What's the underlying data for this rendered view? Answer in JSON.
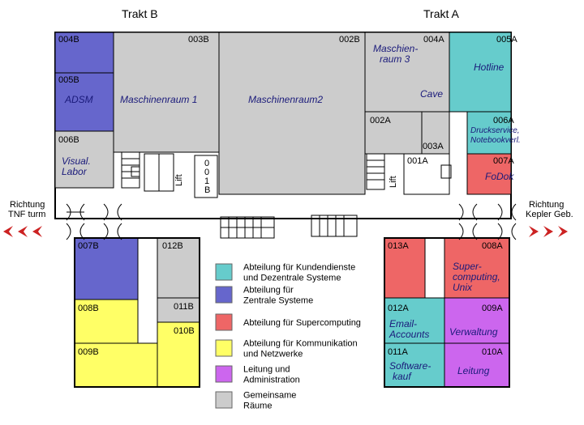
{
  "colors": {
    "kundendienste": "#66cccc",
    "zentrale": "#6666cc",
    "supercomputing": "#ee6666",
    "kommunikation": "#ffff66",
    "leitung": "#cc66ee",
    "gemeinsam": "#cccccc",
    "arrow": "#cc2222"
  },
  "wings": {
    "b": "Trakt B",
    "a": "Trakt A"
  },
  "directions": {
    "left": [
      "Richtung",
      "TNF turm"
    ],
    "right": [
      "Richtung",
      "Kepler Geb."
    ]
  },
  "rooms": [
    {
      "id": "r004B",
      "number": "004B",
      "label": [],
      "color": "zentrale"
    },
    {
      "id": "r005B",
      "number": "005B",
      "label": [
        "ADSM"
      ],
      "color": "zentrale"
    },
    {
      "id": "r006B",
      "number": "006B",
      "label": [
        "Visual.",
        "Labor"
      ],
      "color": "gemeinsam"
    },
    {
      "id": "r003B",
      "number": "003B",
      "label": [
        "Maschinenraum 1"
      ],
      "color": "gemeinsam"
    },
    {
      "id": "r002B",
      "number": "002B",
      "label": [
        "Maschinenraum2"
      ],
      "color": "gemeinsam"
    },
    {
      "id": "r001B",
      "number": "001B",
      "label": [],
      "color": "white"
    },
    {
      "id": "r004A",
      "number": "004A",
      "label": [
        "Maschien-",
        "raum 3",
        "Cave"
      ],
      "color": "gemeinsam"
    },
    {
      "id": "r002A",
      "number": "002A",
      "label": [],
      "color": "gemeinsam"
    },
    {
      "id": "r003A",
      "number": "003A",
      "label": [],
      "color": "gemeinsam"
    },
    {
      "id": "r001A",
      "number": "001A",
      "label": [],
      "color": "white"
    },
    {
      "id": "r005A",
      "number": "005A",
      "label": [
        "Hotline"
      ],
      "color": "kundendienste"
    },
    {
      "id": "r006A",
      "number": "006A",
      "label": [
        "Druckservice,",
        "Notebookverl."
      ],
      "color": "kundendienste"
    },
    {
      "id": "r007A",
      "number": "007A",
      "label": [
        "FoDok"
      ],
      "color": "supercomputing"
    },
    {
      "id": "r007B",
      "number": "007B",
      "label": [],
      "color": "zentrale"
    },
    {
      "id": "r008B",
      "number": "008B",
      "label": [],
      "color": "kommunikation"
    },
    {
      "id": "r009B",
      "number": "009B",
      "label": [],
      "color": "kommunikation"
    },
    {
      "id": "r012B",
      "number": "012B",
      "label": [],
      "color": "gemeinsam"
    },
    {
      "id": "r011B",
      "number": "011B",
      "label": [],
      "color": "gemeinsam"
    },
    {
      "id": "r010B",
      "number": "010B",
      "label": [],
      "color": "kommunikation"
    },
    {
      "id": "r013A",
      "number": "013A",
      "label": [],
      "color": "supercomputing"
    },
    {
      "id": "r008A",
      "number": "008A",
      "label": [
        "Super-",
        "computing,",
        "Unix"
      ],
      "color": "supercomputing"
    },
    {
      "id": "r012A",
      "number": "012A",
      "label": [
        "Email-",
        "Accounts"
      ],
      "color": "kundendienste"
    },
    {
      "id": "r009A",
      "number": "009A",
      "label": [
        "Verwaltung"
      ],
      "color": "leitung"
    },
    {
      "id": "r011A",
      "number": "011A",
      "label": [
        "Software-",
        "kauf"
      ],
      "color": "kundendienste"
    },
    {
      "id": "r010A",
      "number": "010A",
      "label": [
        "Leitung"
      ],
      "color": "leitung"
    }
  ],
  "legend": [
    {
      "id": "kundendienste",
      "lines": [
        "Abteilung für Kundendienste",
        "und Dezentrale Systeme"
      ]
    },
    {
      "id": "zentrale",
      "lines": [
        "Abteilung für",
        "Zentrale Systeme"
      ]
    },
    {
      "id": "supercomputing",
      "lines": [
        "Abteilung für Supercomputing"
      ]
    },
    {
      "id": "kommunikation",
      "lines": [
        "Abteilung für Kommunikation",
        "und Netzwerke"
      ]
    },
    {
      "id": "leitung",
      "lines": [
        "Leitung und",
        "Administration"
      ]
    },
    {
      "id": "gemeinsam",
      "lines": [
        "Gemeinsame",
        "Räume"
      ]
    }
  ],
  "misc": {
    "lift": "Lift"
  }
}
